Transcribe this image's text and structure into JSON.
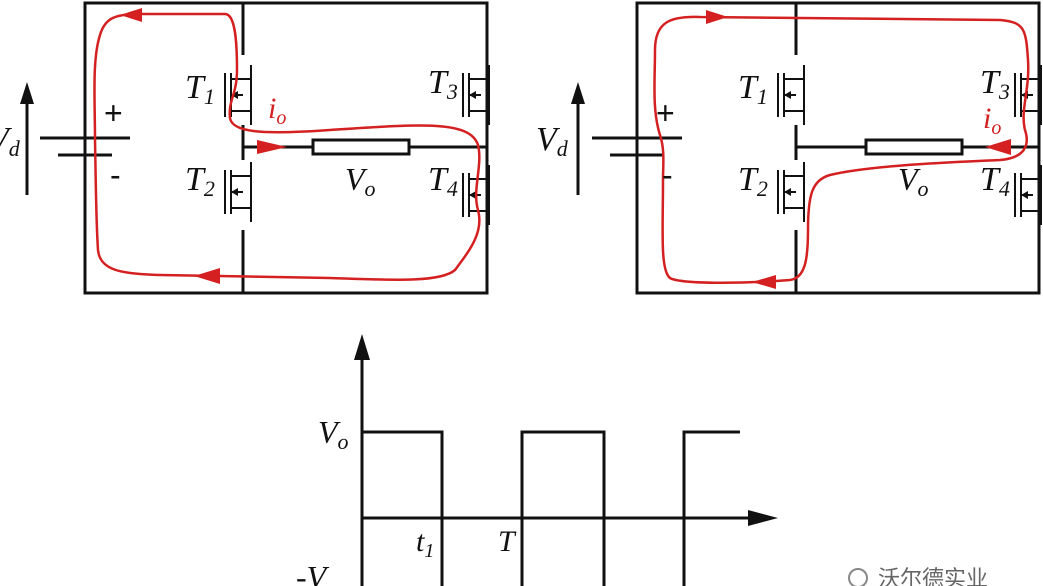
{
  "left_circuit": {
    "switches": [
      {
        "main": "T",
        "sub": "1"
      },
      {
        "main": "T",
        "sub": "3"
      },
      {
        "main": "T",
        "sub": "2"
      },
      {
        "main": "T",
        "sub": "4"
      }
    ],
    "current_label": {
      "main": "i",
      "sub": "o"
    },
    "output_label": {
      "main": "V",
      "sub": "o"
    },
    "supply_label": {
      "main": "V",
      "sub": "d"
    },
    "plus": "+",
    "minus": "-"
  },
  "right_circuit": {
    "switches": [
      {
        "main": "T",
        "sub": "1"
      },
      {
        "main": "T",
        "sub": "3"
      },
      {
        "main": "T",
        "sub": "2"
      },
      {
        "main": "T",
        "sub": "4"
      }
    ],
    "current_label": {
      "main": "i",
      "sub": "o"
    },
    "output_label": {
      "main": "V",
      "sub": "o"
    },
    "supply_label": {
      "main": "V",
      "sub": "d"
    },
    "plus": "+",
    "minus": "-"
  },
  "waveform": {
    "high_label": {
      "main": "V",
      "sub": "o"
    },
    "low_label": {
      "main": "-V",
      "sub": ""
    },
    "t1_label": {
      "main": "t",
      "sub": "1"
    },
    "T_label": "T"
  },
  "watermark": "沃尔德实业",
  "colors": {
    "current_path": "#d42020",
    "wire": "#111111"
  }
}
